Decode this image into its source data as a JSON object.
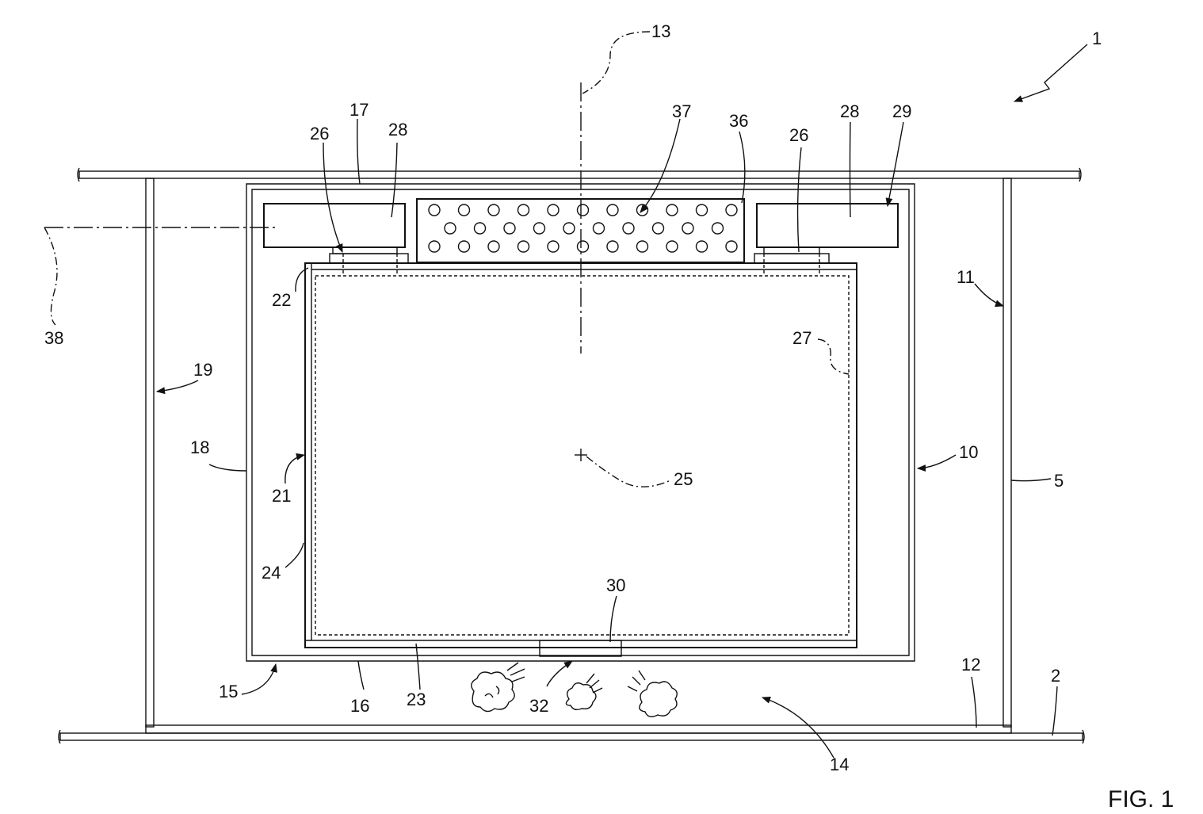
{
  "figure": {
    "caption": "FIG. 1"
  },
  "labels": {
    "n1": "1",
    "n2": "2",
    "n5": "5",
    "n10": "10",
    "n11": "11",
    "n12": "12",
    "n13": "13",
    "n14": "14",
    "n15": "15",
    "n16": "16",
    "n17": "17",
    "n18": "18",
    "n19": "19",
    "n21": "21",
    "n22": "22",
    "n23": "23",
    "n24": "24",
    "n25": "25",
    "n26a": "26",
    "n26b": "26",
    "n27": "27",
    "n28a": "28",
    "n28b": "28",
    "n29": "29",
    "n30": "30",
    "n32": "32",
    "n36": "36",
    "n37": "37",
    "n38": "38"
  }
}
